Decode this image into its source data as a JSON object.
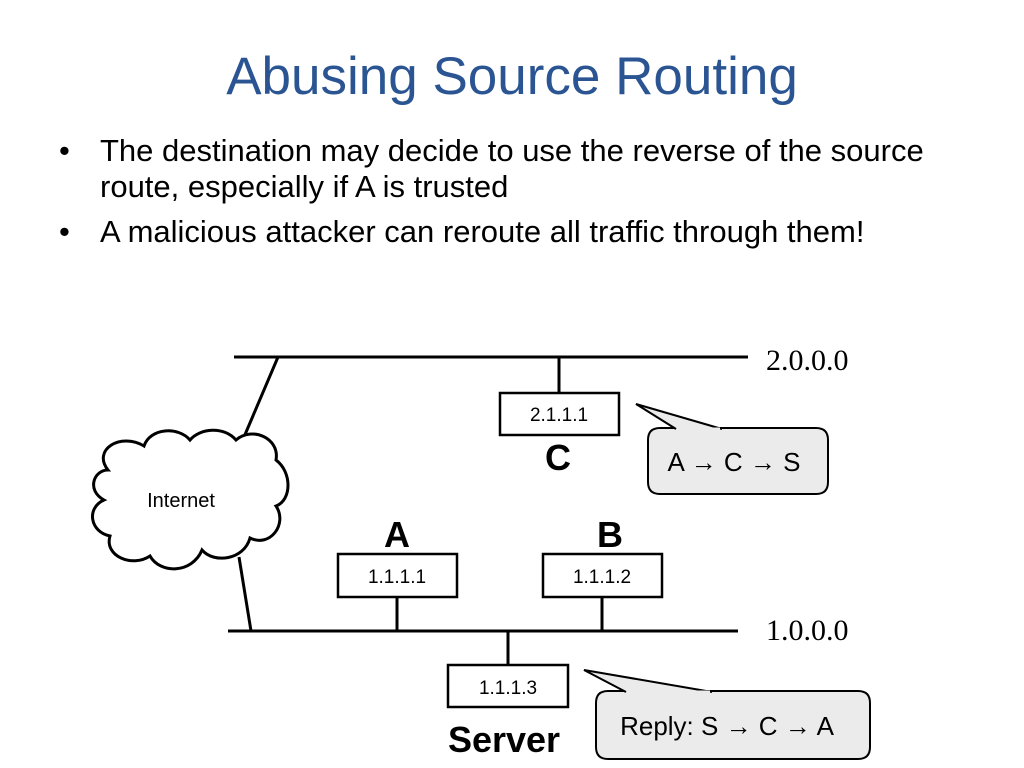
{
  "title": "Abusing Source Routing",
  "bullets": [
    {
      "text": "The destination may decide to use the reverse of the source route, especially if A is trusted"
    },
    {
      "text": "A malicious attacker can reroute all traffic through them!"
    }
  ],
  "diagram": {
    "networks": {
      "top": "2.0.0.0",
      "bottom": "1.0.0.0"
    },
    "cloud_label": "Internet",
    "hosts": {
      "c": {
        "name": "C",
        "ip": "2.1.1.1"
      },
      "a": {
        "name": "A",
        "ip": "1.1.1.1"
      },
      "b": {
        "name": "B",
        "ip": "1.1.1.2"
      },
      "server": {
        "name": "Server",
        "ip": "1.1.1.3"
      }
    },
    "callouts": {
      "forward": "A → C → S",
      "reply": "Reply: S → C → A"
    },
    "colors": {
      "title": "#2a5592",
      "callout_fill": "#ebebeb"
    }
  }
}
